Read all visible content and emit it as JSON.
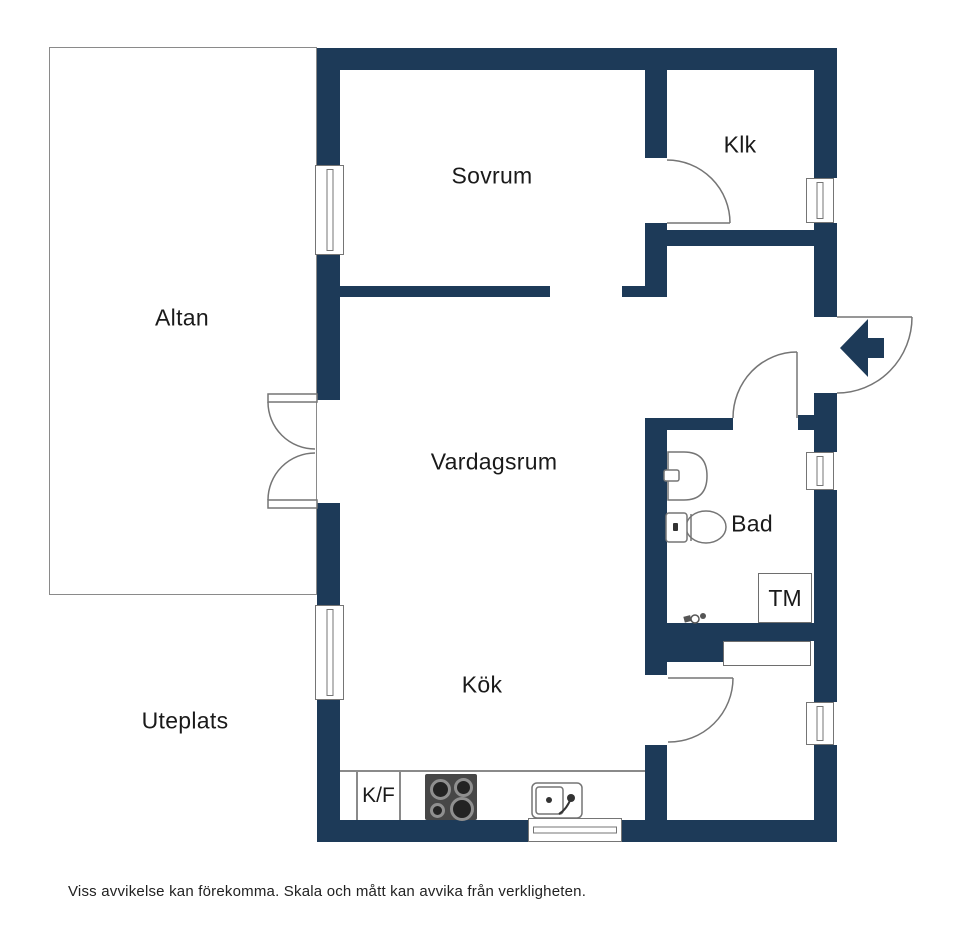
{
  "rooms": {
    "altan": "Altan",
    "sovrum": "Sovrum",
    "klk": "Klk",
    "vardagsrum": "Vardagsrum",
    "bad": "Bad",
    "kok": "Kök",
    "uteplats": "Uteplats"
  },
  "appliances": {
    "tm": "TM",
    "kf": "K/F"
  },
  "disclaimer": "Viss avvikelse kan förekomma. Skala och mått kan avvika från verkligheten.",
  "colors": {
    "wall": "#1d3a58",
    "outline": "#757575",
    "text": "#1a1a1a"
  }
}
